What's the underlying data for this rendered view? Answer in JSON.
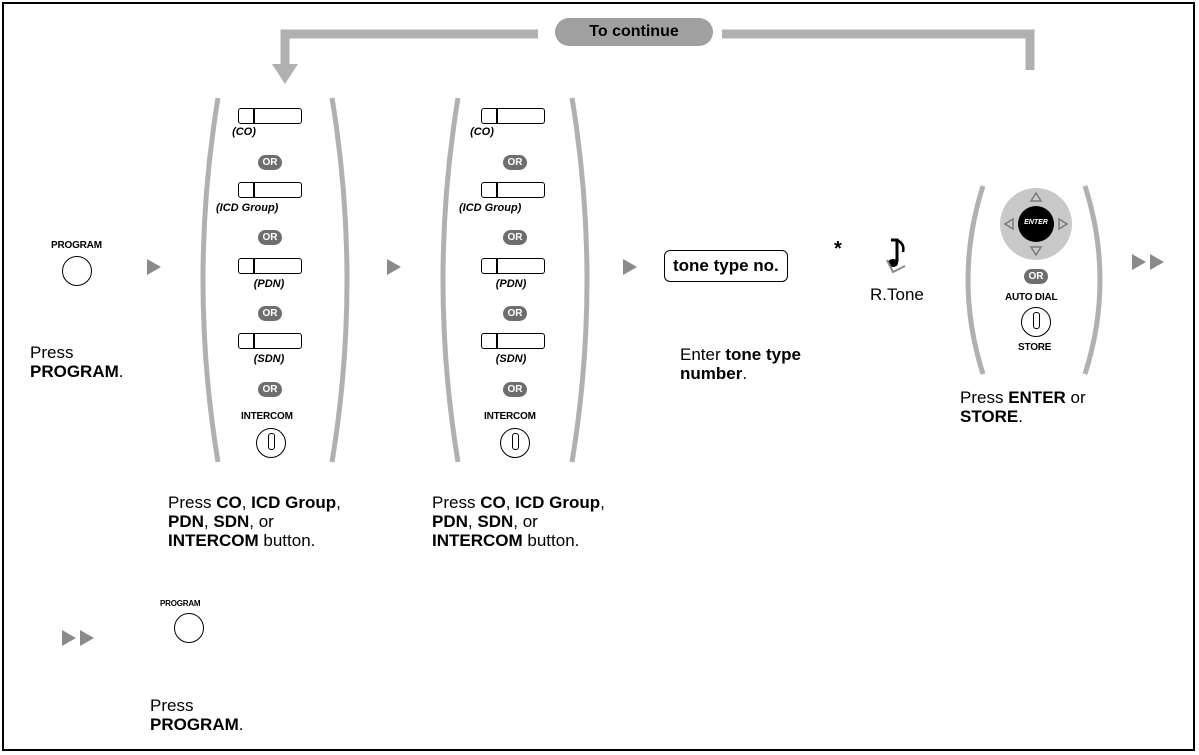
{
  "continue_label": "To continue",
  "steps": {
    "press_program": {
      "button_label": "PROGRAM",
      "caption_line1": "Press",
      "caption_bold": "PROGRAM",
      "caption_end": "."
    },
    "select_button_1": {
      "options": [
        "(CO)",
        "(ICD Group)",
        "(PDN)",
        "(SDN)"
      ],
      "or_label": "OR",
      "intercom_label": "INTERCOM",
      "caption": {
        "l1a": "Press ",
        "l1b": "CO",
        "l1c": ", ",
        "l1d": "ICD Group",
        "l1e": ",",
        "l2a": "PDN",
        "l2b": ", ",
        "l2c": "SDN",
        "l2d": ", or",
        "l3a": "INTERCOM",
        "l3b": " button."
      }
    },
    "select_button_2": {
      "options": [
        "(CO)",
        "(ICD Group)",
        "(PDN)",
        "(SDN)"
      ],
      "or_label": "OR",
      "intercom_label": "INTERCOM",
      "caption": {
        "l1a": "Press ",
        "l1b": "CO",
        "l1c": ", ",
        "l1d": "ICD Group",
        "l1e": ",",
        "l2a": "PDN",
        "l2b": ", ",
        "l2c": "SDN",
        "l2d": ", or",
        "l3a": "INTERCOM",
        "l3b": " button."
      }
    },
    "tone_type": {
      "box_label": "tone type no.",
      "asterisk": "*",
      "caption_a": "Enter ",
      "caption_b": "tone type",
      "caption_c": "number",
      "caption_d": "."
    },
    "confirmation_tone": {
      "label": "R.Tone"
    },
    "enter_store": {
      "enter_label": "ENTER",
      "or_label": "OR",
      "auto_dial_label": "AUTO DIAL",
      "store_label": "STORE",
      "caption_a": "Press ",
      "caption_b": "ENTER",
      "caption_c": " or",
      "caption_d": "STORE",
      "caption_e": "."
    },
    "final_program": {
      "button_label": "PROGRAM",
      "caption_line1": "Press",
      "caption_bold": "PROGRAM",
      "caption_end": "."
    }
  },
  "colors": {
    "arrow_gray": "#8a8a8a",
    "pill_gray": "#6e6e6e",
    "loop_gray": "#b0b0b0",
    "continue_gray": "#a0a0a0"
  }
}
